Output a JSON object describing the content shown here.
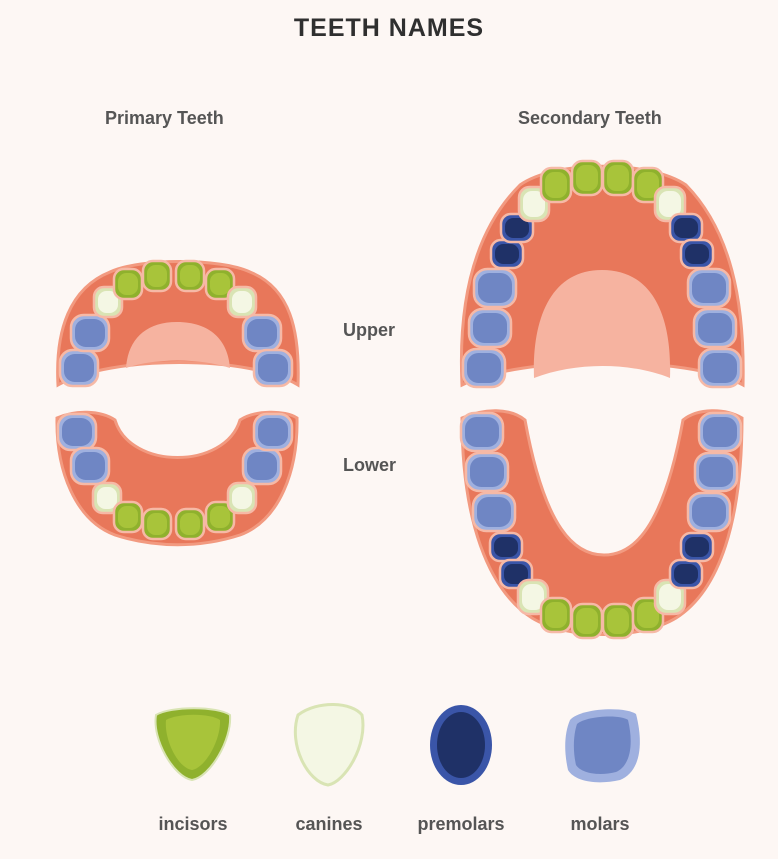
{
  "title": "TEETH NAMES",
  "columns": {
    "primary": "Primary Teeth",
    "secondary": "Secondary Teeth"
  },
  "rows": {
    "upper": "Upper",
    "lower": "Lower"
  },
  "colors": {
    "background": "#fdf7f4",
    "gum": "#e8775a",
    "gum_edge": "#f29a80",
    "palate": "#f6b3a0",
    "incisor": "#a8c43a",
    "incisor_dark": "#8fb12d",
    "canine": "#f4f7e4",
    "canine_edge": "#d9e4b4",
    "premolar": "#1f3167",
    "premolar_edge": "#3a55a8",
    "molar": "#6f86c4",
    "molar_edge": "#9fb0df"
  },
  "legend": [
    {
      "key": "incisor",
      "label": "incisors"
    },
    {
      "key": "canine",
      "label": "canines"
    },
    {
      "key": "premolar",
      "label": "premolars"
    },
    {
      "key": "molar",
      "label": "molars"
    }
  ]
}
